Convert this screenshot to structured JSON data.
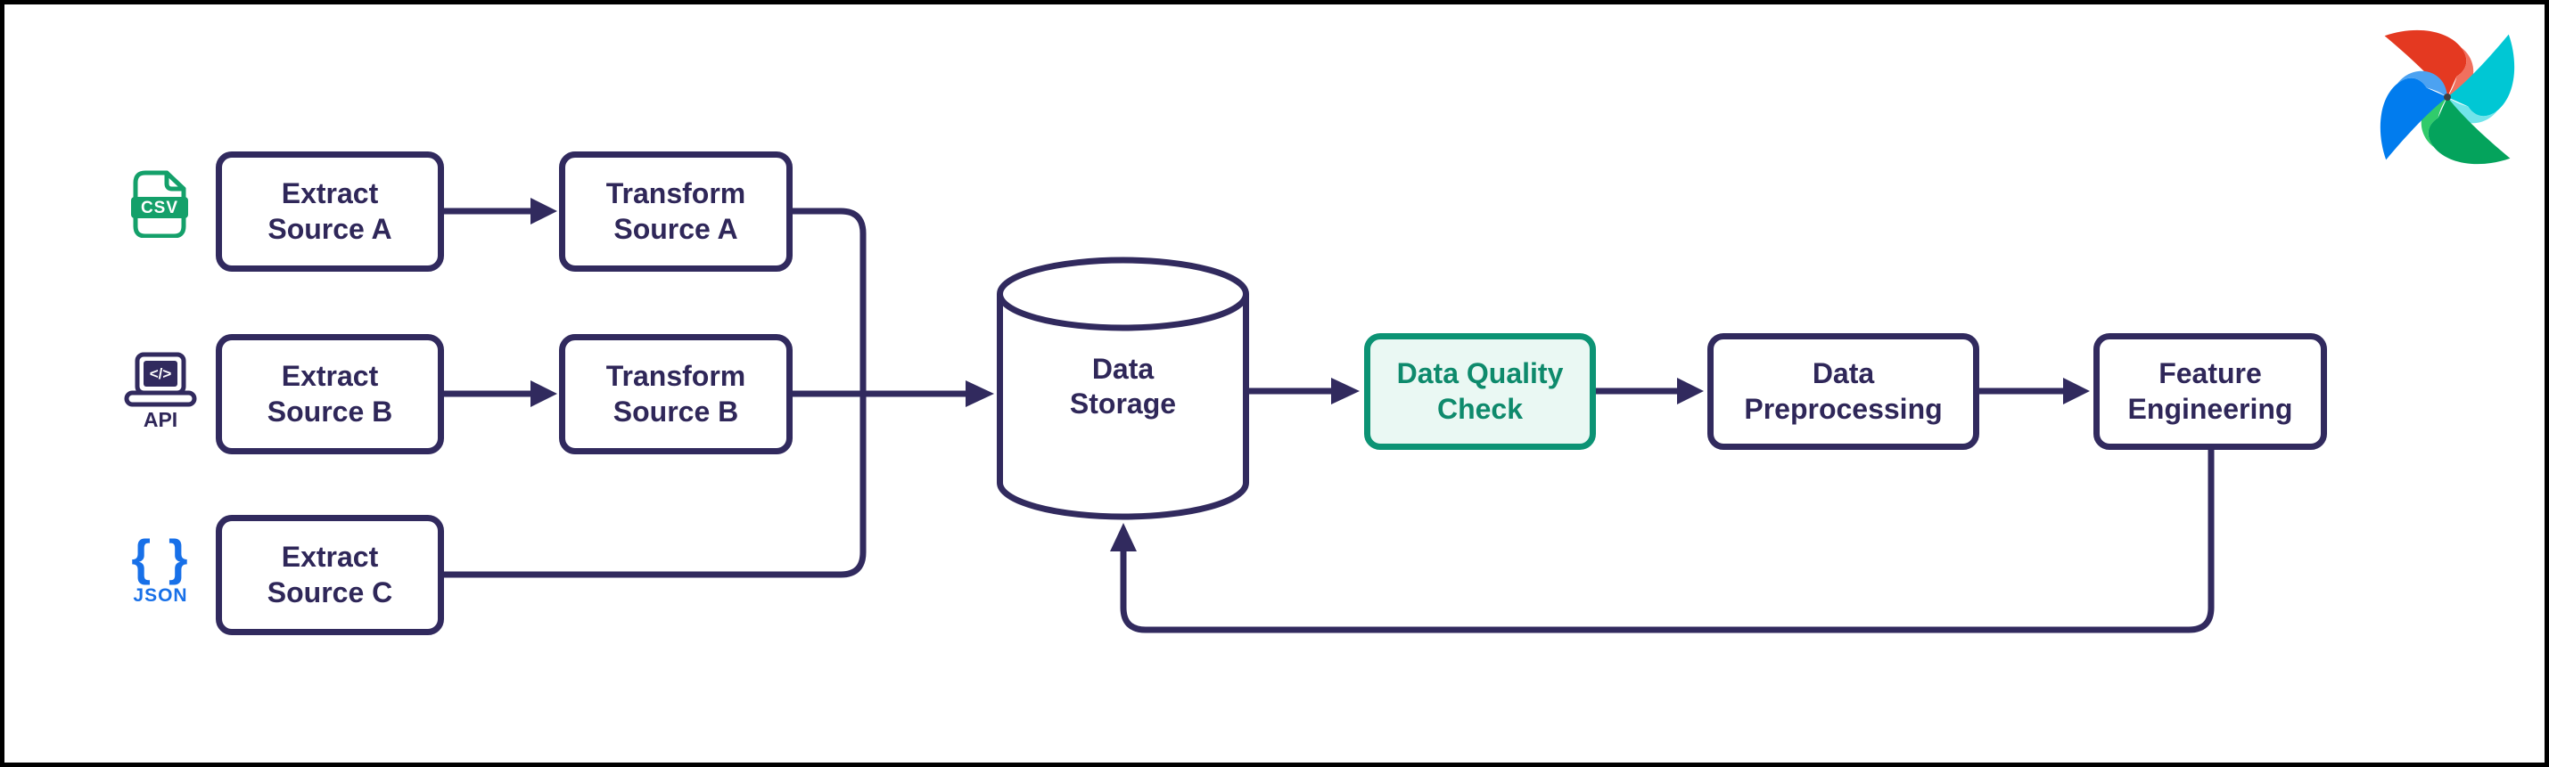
{
  "colors": {
    "navy": "#312A5E",
    "text_navy": "#2F2759",
    "green_border": "#0C9374",
    "green_text": "#0E8A6C",
    "green_fill": "#EAF8F3",
    "csv_green": "#14A06A",
    "json_blue": "#1870E8",
    "frame_black": "#000000",
    "canvas_white": "#FFFFFF"
  },
  "logo": {
    "name": "Apache Airflow pinwheel",
    "colors": {
      "red": "#E43921",
      "red_light": "#F1705E",
      "cyan": "#00C7D4",
      "cyan_light": "#71E4EA",
      "green": "#04A35C",
      "green_light": "#31CB6B",
      "blue": "#017CEE",
      "blue_light": "#4CA2F1"
    }
  },
  "sources": [
    {
      "icon_label": "CSV",
      "box": "Extract\nSource A"
    },
    {
      "icon_label": "API",
      "icon_screen": "</>",
      "box": "Extract\nSource B"
    },
    {
      "icon_label": "JSON",
      "icon_glyph": "{ }",
      "box": "Extract\nSource C"
    }
  ],
  "transforms": [
    {
      "box": "Transform\nSource A"
    },
    {
      "box": "Transform\nSource B"
    }
  ],
  "storage": {
    "box": "Data\nStorage"
  },
  "stages": [
    {
      "box": "Data Quality\nCheck",
      "highlighted": true
    },
    {
      "box": "Data\nPreprocessing",
      "highlighted": false
    },
    {
      "box": "Feature\nEngineering",
      "highlighted": false
    }
  ]
}
